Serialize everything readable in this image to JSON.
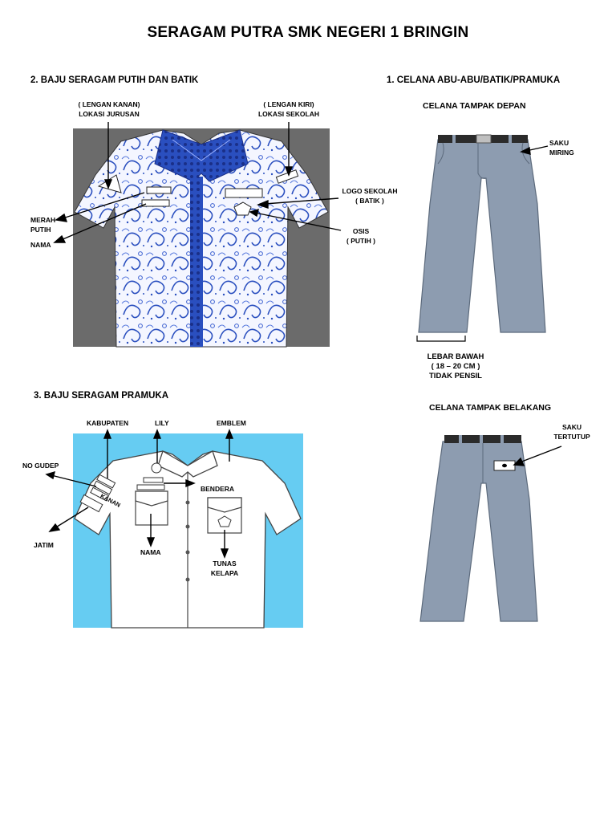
{
  "title": "SERAGAM PUTRA SMK NEGERI 1 BRINGIN",
  "section_batik": {
    "heading": "2.   BAJU SERAGAM PUTIH DAN BATIK",
    "lengan_kanan_1": "( LENGAN KANAN)",
    "lengan_kanan_2": "LOKASI JURUSAN",
    "lengan_kiri_1": "( LENGAN KIRI)",
    "lengan_kiri_2": "LOKASI SEKOLAH",
    "logo_1": "LOGO SEKOLAH",
    "logo_2": "( BATIK )",
    "osis_1": "OSIS",
    "osis_2": "( PUTIH )",
    "merah_1": "MERAH",
    "merah_2": "PUTIH",
    "nama": "NAMA"
  },
  "section_celana": {
    "heading": "1.   CELANA ABU-ABU/BATIK/PRAMUKA",
    "front_title": "CELANA TAMPAK  DEPAN",
    "saku_miring_1": "SAKU",
    "saku_miring_2": "MIRING",
    "lebar_1": "LEBAR BAWAH",
    "lebar_2": "( 18 – 20 CM )",
    "lebar_3": "TIDAK PENSIL",
    "back_title": "CELANA TAMPAK  BELAKANG",
    "saku_tertutup_1": "SAKU",
    "saku_tertutup_2": "TERTUTUP"
  },
  "section_pramuka": {
    "heading": "3.   BAJU SERAGAM PRAMUKA",
    "kabupaten": "KABUPATEN",
    "lily": "LILY",
    "emblem": "EMBLEM",
    "no_gudep": "NO GUDEP",
    "bendera": "BENDERA",
    "kanan": "KANAN",
    "jatim": "JATIM",
    "nama": "NAMA",
    "tunas_1": "TUNAS",
    "tunas_2": "KELAPA"
  },
  "colors": {
    "batik_bg": "#6b6b6b",
    "batik_blue": "#2a4fbf",
    "pramuka_bg": "#66ccf2",
    "pants": "#8d9cb0"
  }
}
